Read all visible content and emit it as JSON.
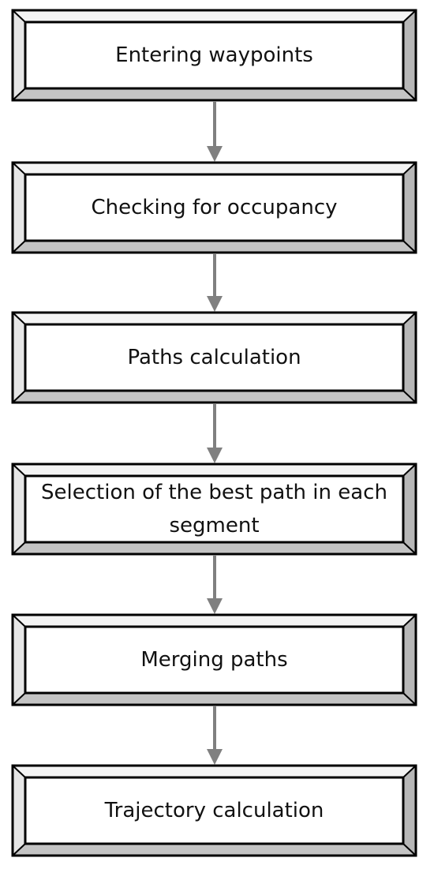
{
  "flowchart": {
    "steps": [
      {
        "label": "Entering waypoints"
      },
      {
        "label": "Checking for occupancy"
      },
      {
        "label": "Paths calculation"
      },
      {
        "label": "Selection of the best path in each segment"
      },
      {
        "label": "Merging paths"
      },
      {
        "label": "Trajectory calculation"
      }
    ]
  },
  "colors": {
    "bevel_light": "#f4f4f4",
    "bevel_mid": "#e2e2e2",
    "bevel_dark": "#b7b7b7",
    "outline": "#000000",
    "face": "#ffffff",
    "arrow": "#808080",
    "text": "#111111"
  }
}
